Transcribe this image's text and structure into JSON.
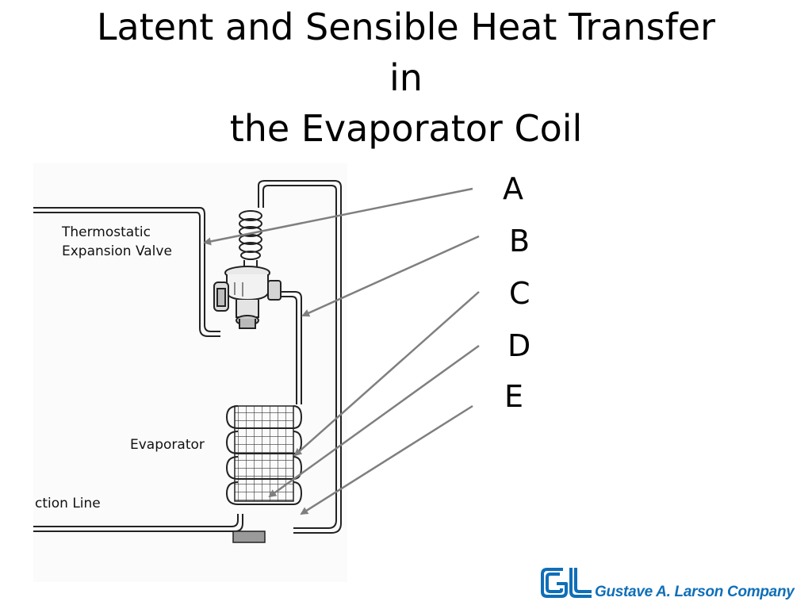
{
  "title": {
    "line1": "Latent and Sensible Heat Transfer",
    "line2": "in",
    "line3": "the Evaporator Coil"
  },
  "diagram": {
    "labels": {
      "tev_line1": "Thermostatic",
      "tev_line2": "Expansion Valve",
      "evaporator": "Evaporator",
      "suction_line": "ction Line"
    },
    "callouts": [
      "A",
      "B",
      "C",
      "D",
      "E"
    ]
  },
  "logo": {
    "monogram": "GL",
    "company": "Gustave A. Larson Company",
    "color": "#0f6fb8"
  },
  "colors": {
    "pointer": "#7f7f7f",
    "pipe": "#222222"
  }
}
